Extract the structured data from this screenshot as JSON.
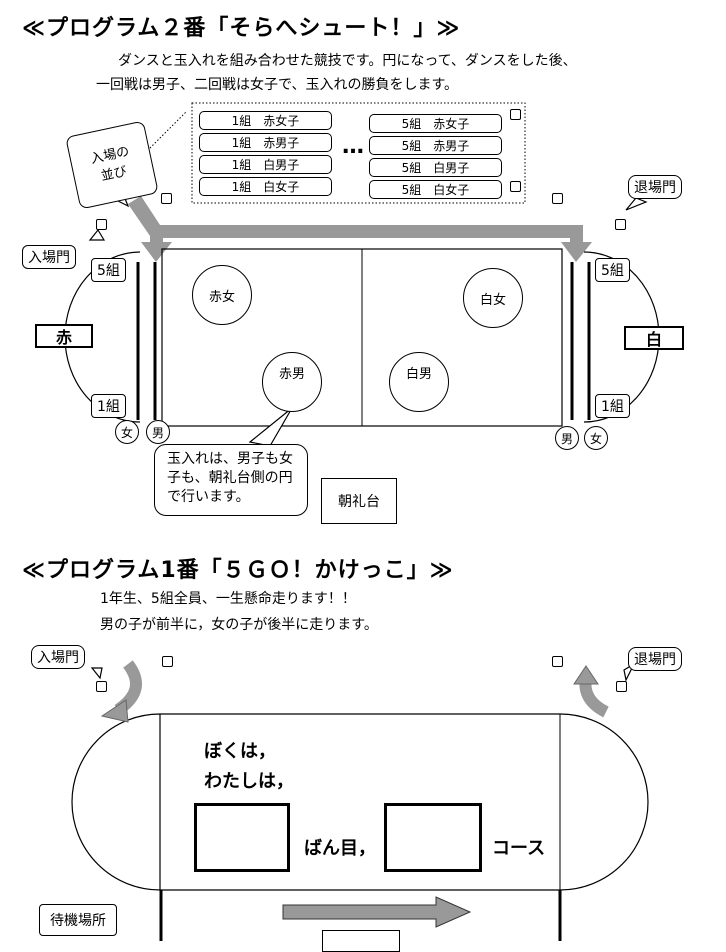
{
  "prog2": {
    "title": "≪プログラム２番「そらへシュート！」≫",
    "desc1": "ダンスと玉入れを組み合わせた競技です。円になって、ダンスをした後、",
    "desc2": "一回戦は男子、二回戦は女子で、玉入れの勝負をします。",
    "entry_order": "入場の並び",
    "order_left": [
      "1組　赤女子",
      "1組　赤男子",
      "1組　白男子",
      "1組　白女子"
    ],
    "order_right": [
      "5組　赤女子",
      "5組　赤男子",
      "5組　白男子",
      "5組　白女子"
    ],
    "dots": "…",
    "entrance": "入場門",
    "exit": "退場門",
    "class5": "5組",
    "class1": "1組",
    "red": "赤",
    "white": "白",
    "red_girls": "赤女",
    "white_girls": "白女",
    "red_boys": "赤男",
    "white_boys": "白男",
    "girl": "女",
    "boy": "男",
    "note": "玉入れは、男子も女子も、朝礼台側の円で行います。",
    "podium": "朝礼台"
  },
  "prog1": {
    "title": "≪プログラム1番「５ＧＯ！かけっこ」≫",
    "desc1": "1年生、5組全員、一生懸命走ります！！",
    "desc2": "男の子が前半に，女の子が後半に走ります。",
    "entrance": "入場門",
    "exit": "退場門",
    "line1": "ぼくは，",
    "line2": "わたしは，",
    "place": "ばん目，",
    "course": "コース",
    "waiting": "待機場所"
  }
}
